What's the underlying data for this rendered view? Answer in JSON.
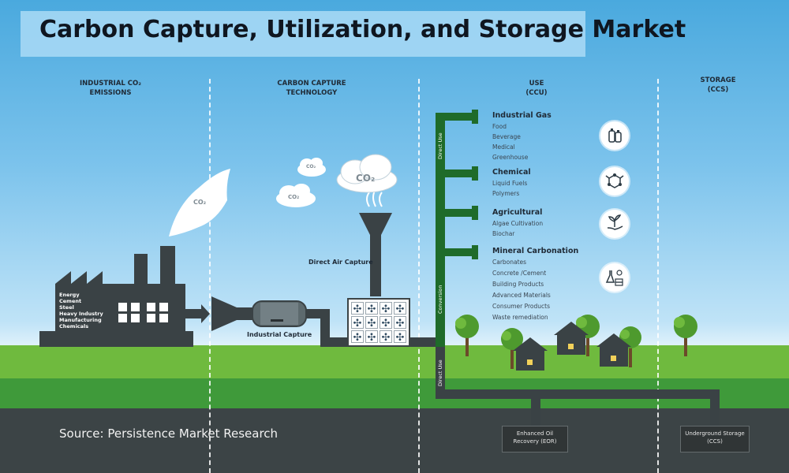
{
  "title": "Carbon Capture, Utilization, and Storage Market",
  "columns": {
    "emissions": [
      "INDUSTRIAL CO₂",
      "EMISSIONS"
    ],
    "capture": [
      "CARBON CAPTURE",
      "TECHNOLOGY"
    ],
    "use": [
      "USE",
      "(CCU)"
    ],
    "storage": [
      "STORAGE",
      "(CCS)"
    ]
  },
  "factory_sources": [
    "Energy",
    "Cement",
    "Steel",
    "Heavy Industry",
    "Manufacturing",
    "Chemicals"
  ],
  "clouds": {
    "factory": "CO₂",
    "small_a": "CO₂",
    "small_b": "CO₂",
    "large": "CO₂"
  },
  "capture_labels": {
    "direct_air": "Direct Air Capture",
    "industrial": "Industrial Capture"
  },
  "pipe_labels": {
    "direct_use_top": "Direct Use",
    "conversion": "Conversion",
    "direct_use_bottom": "Direct Use"
  },
  "uses": [
    {
      "name": "Industrial Gas",
      "items": [
        "Food",
        "Beverage",
        "Medical",
        "Greenhouse"
      ],
      "icon": "gas-cylinders-icon"
    },
    {
      "name": "Chemical",
      "items": [
        "Liquid Fuels",
        "Polymers"
      ],
      "icon": "molecule-icon"
    },
    {
      "name": "Agricultural",
      "items": [
        "Algae Cultivation",
        "Biochar"
      ],
      "icon": "plant-hand-icon"
    },
    {
      "name": "Mineral Carbonation",
      "items": [
        "Carbonates",
        "Concrete /Cement",
        "Building Products",
        "Advanced Materials",
        "Consumer Products",
        "Waste remediation"
      ],
      "icon": "lab-bricks-icon"
    }
  ],
  "storage": {
    "eor": [
      "Enhanced Oil",
      "Recovery (EOR)"
    ],
    "underground": [
      "Underground Storage",
      "(CCS)"
    ]
  },
  "source": "Source: Persistence Market Research",
  "colors": {
    "pipe_green": "#1f6b2a",
    "pipe_dark": "#3c4446",
    "grass": "#6fba3e",
    "sky": "#4aa9de"
  }
}
